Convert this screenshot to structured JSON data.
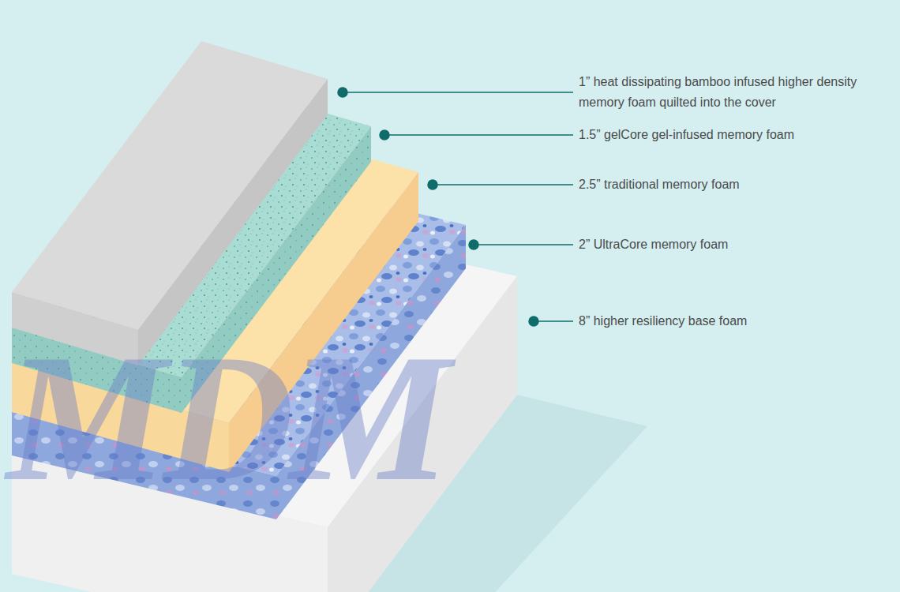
{
  "diagram": {
    "labels": [
      "1” heat dissipating bamboo infused higher density memory foam quilted into the cover",
      "1.5” gelCore gel-infused memory foam",
      "2.5” traditional memory foam",
      "2” UltraCore memory foam",
      "8” higher resiliency base foam",
      "MDM"
    ]
  }
}
